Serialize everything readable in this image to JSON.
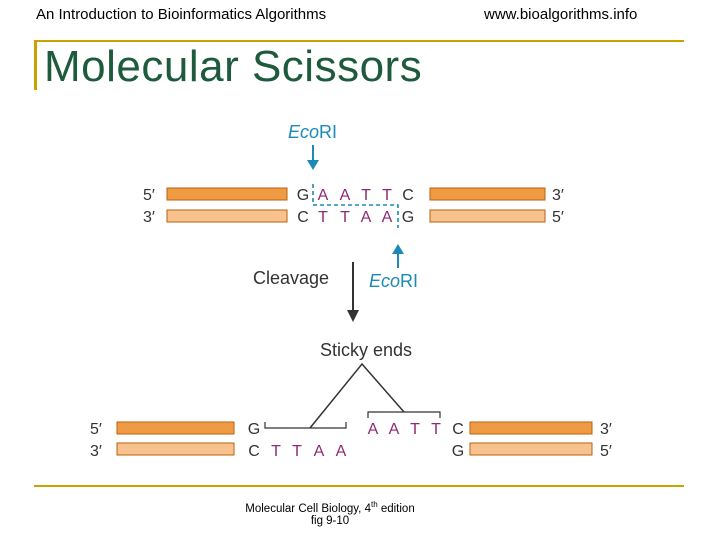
{
  "header": {
    "left_text": "An Introduction to Bioinformatics Algorithms",
    "right_text": "www.bioalgorithms.info"
  },
  "slide": {
    "title": "Molecular Scissors"
  },
  "figure": {
    "enzyme_top": {
      "prefix": "Eco",
      "suffix": "RI"
    },
    "enzyme_bottom": {
      "prefix": "Eco",
      "suffix": "RI"
    },
    "step_label": "Cleavage",
    "result_label": "Sticky ends",
    "top_dna": {
      "left_end_top": "5′",
      "left_end_bottom": "3′",
      "right_end_top": "3′",
      "right_end_bottom": "5′",
      "top_strand": [
        "G",
        "A",
        "A",
        "T",
        "T",
        "C"
      ],
      "bottom_strand": [
        "C",
        "T",
        "T",
        "A",
        "A",
        "G"
      ]
    },
    "bottom_dna": {
      "left_end_top": "5′",
      "left_end_bottom": "3′",
      "right_end_top": "3′",
      "right_end_bottom": "5′",
      "left_fragment_top": "G",
      "left_fragment_bottom": [
        "C",
        "T",
        "T",
        "A",
        "A"
      ],
      "right_fragment_top": [
        "A",
        "A",
        "T",
        "T",
        "C"
      ],
      "right_fragment_bottom": "G"
    },
    "colors": {
      "strand_top": "#ef9b43",
      "strand_bottom": "#f7c28d",
      "strand_border": "#b9620f",
      "enzyme_blue": "#1b8ab7",
      "site_purple": "#8e2a73"
    }
  },
  "caption": {
    "line1_before_sup": "Molecular Cell Biology, 4",
    "line1_sup": "th",
    "line1_after_sup": " edition",
    "line2": "fig 9-10"
  }
}
